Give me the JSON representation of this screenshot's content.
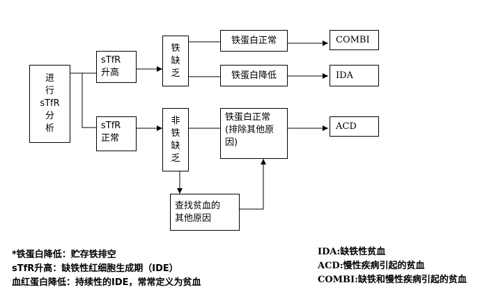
{
  "diagram": {
    "nodes": {
      "start": "进\n行\nsTfR\n分\n析",
      "stfr_high": "sTfR\n升高",
      "stfr_normal": "sTfR\n正常",
      "iron_def": "铁\n缺\n乏",
      "non_iron_def": "非\n铁\n缺\n乏",
      "ferritin_normal_1": "铁蛋白正常",
      "ferritin_low": "铁蛋白降低",
      "ferritin_normal_2": "铁蛋白正常\n(排除其他原\n因)",
      "find_cause": "查找贫血的\n其他原因",
      "combi": "COMBI",
      "ida": "IDA",
      "acd": "ACD"
    }
  },
  "notes_left": [
    "*铁蛋白降低：贮存铁排空",
    "sTfR升高：缺铁性红细胞生成期（IDE）",
    "血红蛋白降低：持续性的IDE，常常定义为贫血"
  ],
  "notes_right": [
    "IDA:缺铁性贫血",
    "ACD:慢性疾病引起的贫血",
    "COMBI:缺铁和慢性疾病引起的贫血"
  ]
}
